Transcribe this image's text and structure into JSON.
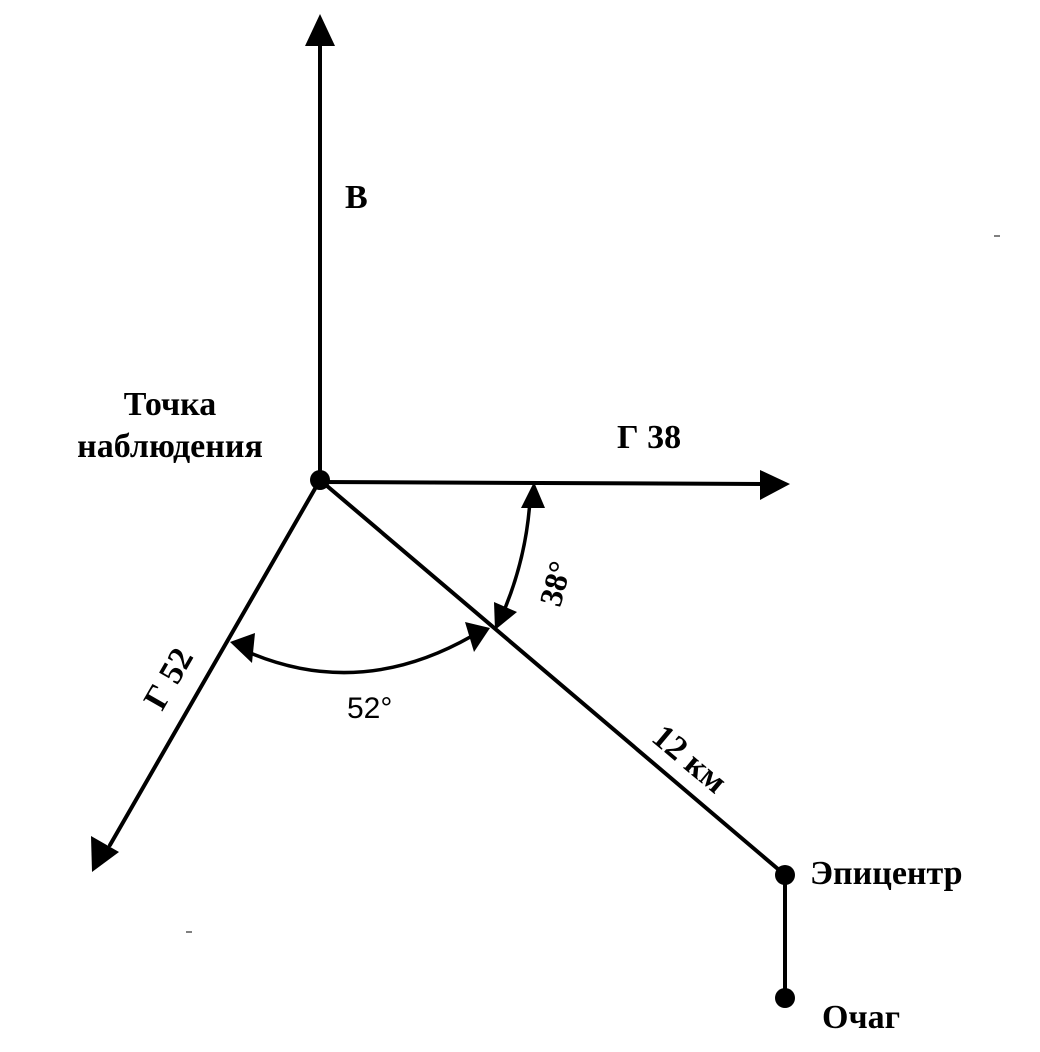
{
  "labels": {
    "vertical_axis": "В",
    "observation_point_line1": "Точка",
    "observation_point_line2": "наблюдения",
    "horizontal_axis": "Г 38",
    "diagonal_axis": "Г 52",
    "angle_38": "38°",
    "angle_52": "52°",
    "distance": "12 км",
    "epicenter": "Эпицентр",
    "focus": "Очаг"
  }
}
